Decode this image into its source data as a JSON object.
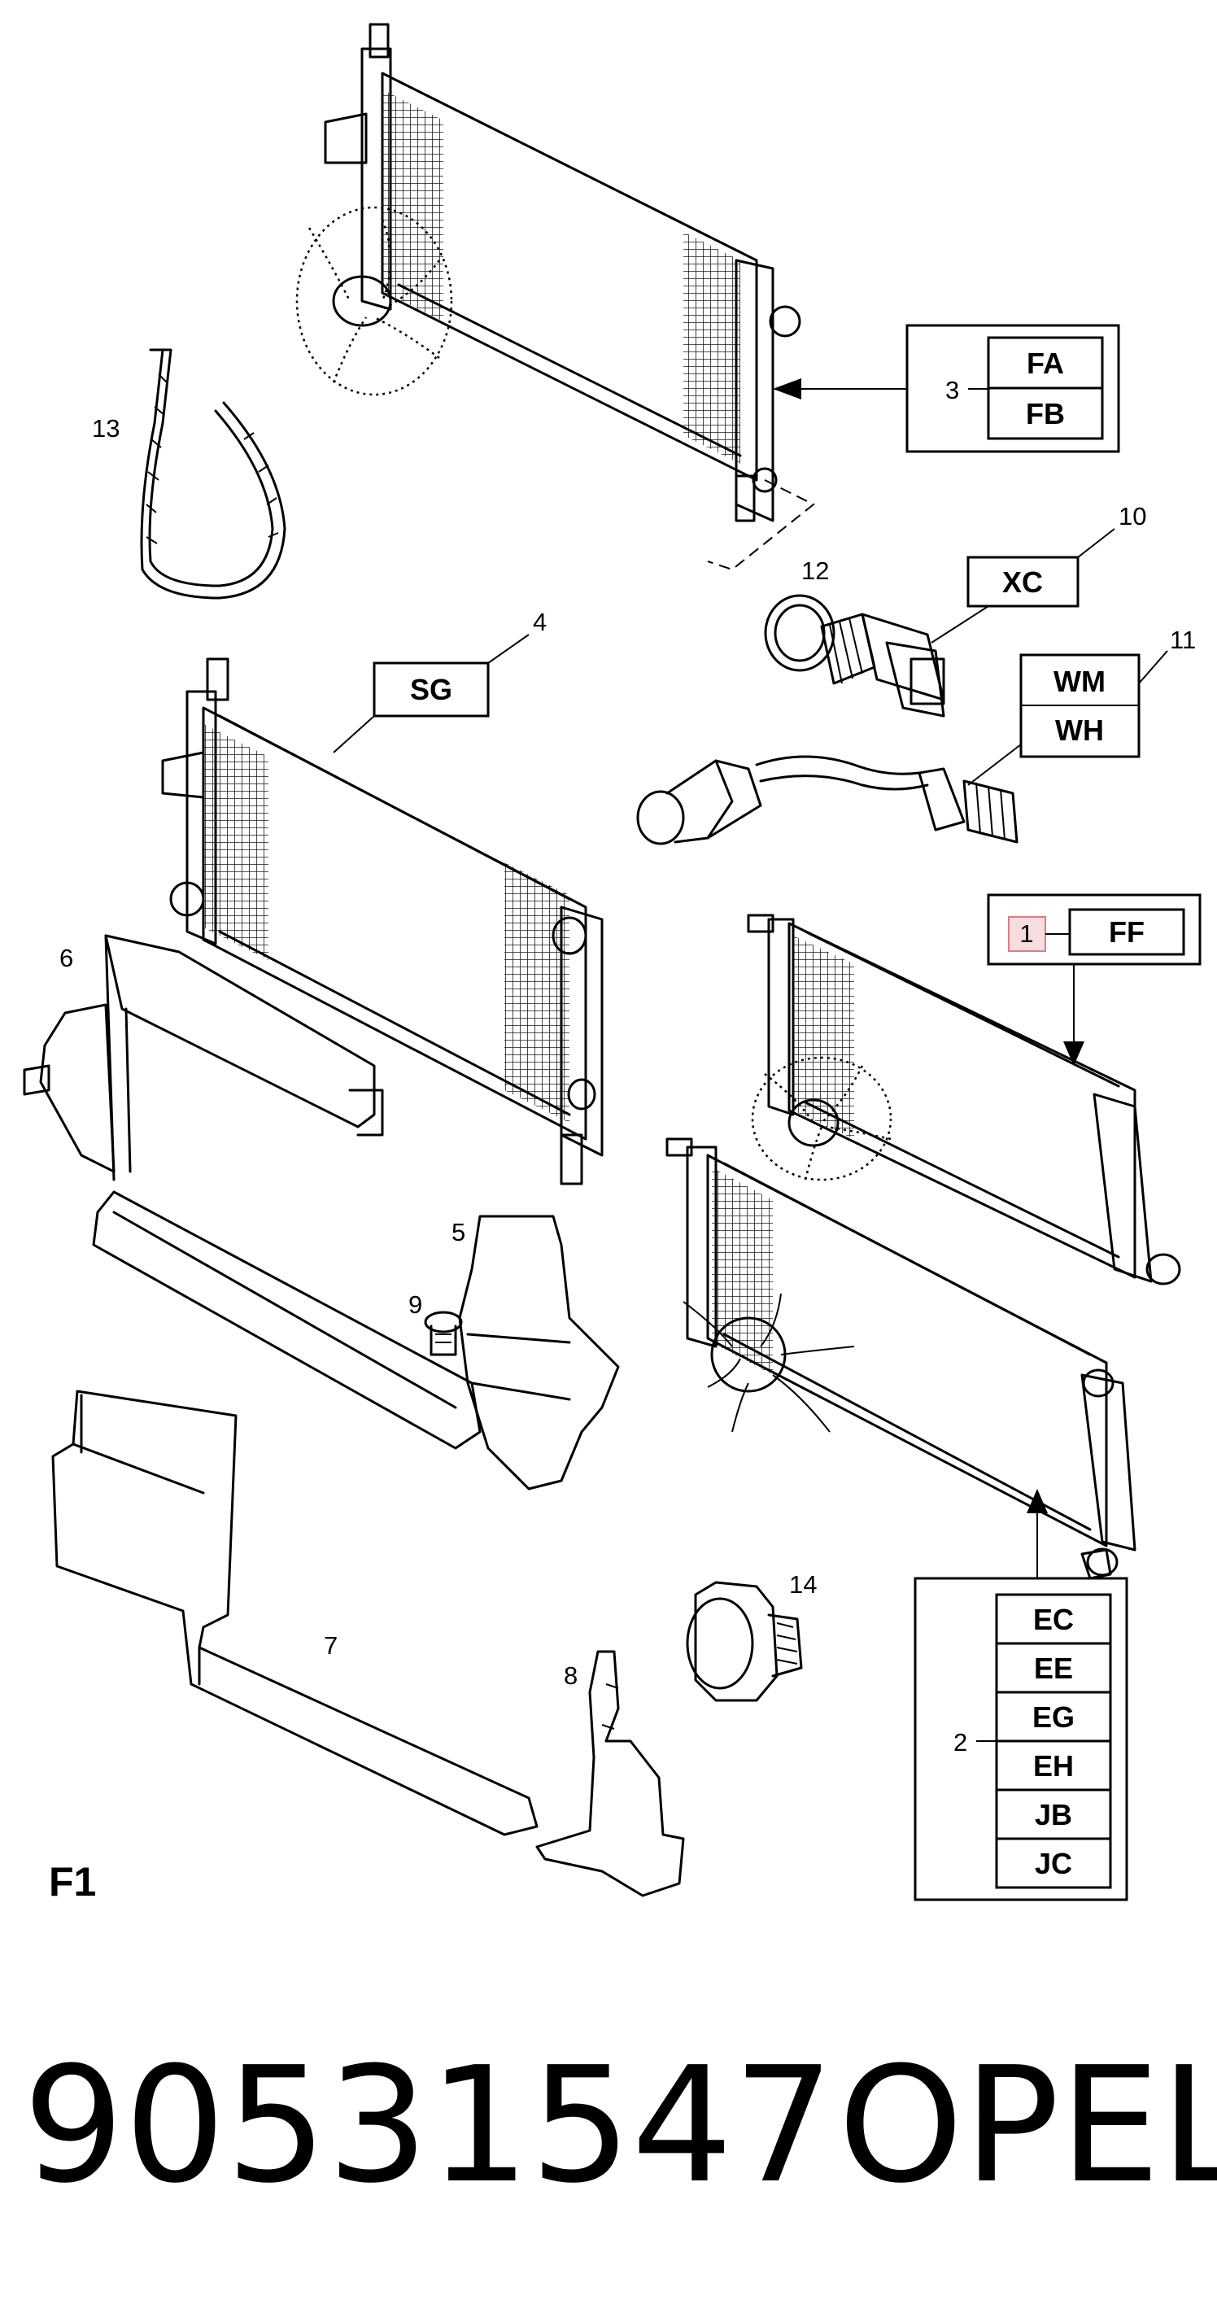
{
  "callouts": {
    "n1": "1",
    "n2": "2",
    "n3": "3",
    "n4": "4",
    "n5": "5",
    "n6": "6",
    "n7": "7",
    "n8": "8",
    "n9": "9",
    "n10": "10",
    "n11": "11",
    "n12": "12",
    "n13": "13",
    "n14": "14"
  },
  "codes": {
    "fa": "FA",
    "fb": "FB",
    "xc": "XC",
    "sg": "SG",
    "wm": "WM",
    "wh": "WH",
    "ff": "FF",
    "ec": "EC",
    "ee": "EE",
    "eg": "EG",
    "eh": "EH",
    "jb": "JB",
    "jc": "JC"
  },
  "figure_label": "F1",
  "part_number": "90531547",
  "brand": "OPEL",
  "colors": {
    "line": "#000000",
    "background": "#ffffff",
    "highlight_fill": "#f7dde0",
    "highlight_stroke": "#e07a85"
  }
}
